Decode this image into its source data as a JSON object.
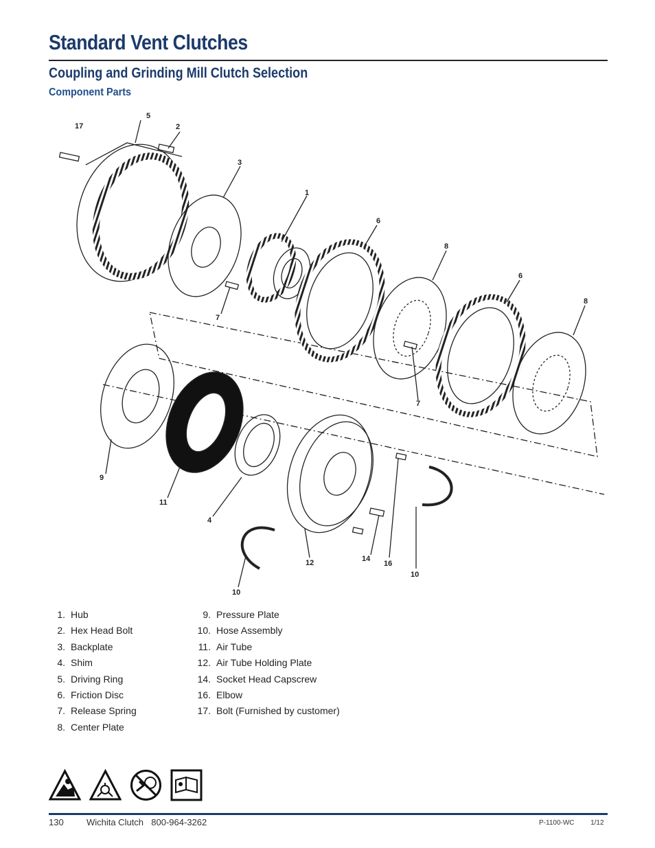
{
  "header": {
    "title": "Standard Vent Clutches",
    "subtitle": "Coupling and Grinding Mill Clutch Selection",
    "section": "Component Parts"
  },
  "callouts": [
    "17",
    "5",
    "2",
    "3",
    "1",
    "6",
    "8",
    "6",
    "8",
    "7",
    "7",
    "9",
    "11",
    "4",
    "12",
    "14",
    "16",
    "10",
    "10"
  ],
  "parts_left": [
    {
      "num": "1.",
      "label": "Hub"
    },
    {
      "num": "2.",
      "label": "Hex Head Bolt"
    },
    {
      "num": "3.",
      "label": "Backplate"
    },
    {
      "num": "4.",
      "label": "Shim"
    },
    {
      "num": "5.",
      "label": "Driving Ring"
    },
    {
      "num": "6.",
      "label": "Friction Disc"
    },
    {
      "num": "7.",
      "label": "Release Spring"
    },
    {
      "num": "8.",
      "label": "Center Plate"
    }
  ],
  "parts_right": [
    {
      "num": "9.",
      "label": "Pressure Plate"
    },
    {
      "num": "10.",
      "label": "Hose Assembly"
    },
    {
      "num": "11.",
      "label": "Air Tube"
    },
    {
      "num": "12.",
      "label": "Air Tube Holding Plate"
    },
    {
      "num": "14.",
      "label": "Socket Head Capscrew"
    },
    {
      "num": "16.",
      "label": "Elbow"
    },
    {
      "num": "17.",
      "label": "Bolt (Furnished by customer)"
    }
  ],
  "safety_icons": [
    "crush-hazard-icon",
    "flying-debris-hazard-icon",
    "no-contact-rotating-icon",
    "read-manual-icon"
  ],
  "footer": {
    "page": "130",
    "company": "Wichita Clutch",
    "phone": "800-964-3262",
    "doc_code": "P-1100-WC",
    "date": "1/12"
  },
  "colors": {
    "heading": "#1c3a6b",
    "section": "#1f4e8c"
  }
}
